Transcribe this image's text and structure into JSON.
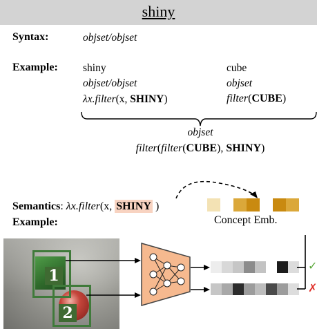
{
  "title": "shiny",
  "syntax": {
    "label": "Syntax:",
    "value": "objset/objset"
  },
  "example": {
    "label": "Example:",
    "left": {
      "word": "shiny",
      "type": "objset/objset",
      "lambda": "λx.",
      "fn": "filter",
      "args_pre": "(x, ",
      "arg": "SHINY",
      "args_post": ")"
    },
    "right": {
      "word": "cube",
      "type": "objset",
      "fn": "filter",
      "open": "(",
      "arg": "CUBE",
      "close": ")"
    },
    "combined_type": "objset",
    "combined": {
      "fn1": "filter",
      "p1": "(",
      "fn2": "filter",
      "p2": "(",
      "arg1": "CUBE",
      "p3": "), ",
      "arg2": "SHINY",
      "p4": ")"
    }
  },
  "semantics": {
    "label": "Semantics",
    "colon": ": ",
    "lambda": "λx.",
    "fn": "filter",
    "args_pre": "(x, ",
    "arg": "SHINY",
    "close": " )",
    "concept_label": "Concept Emb.",
    "example_label": "Example:"
  },
  "objects": [
    {
      "id": "1"
    },
    {
      "id": "2"
    }
  ],
  "results": [
    {
      "mark": "✓",
      "color": "#5aa83a"
    },
    {
      "mark": "✗",
      "color": "#e0302a"
    }
  ],
  "colors": {
    "concept_cells": [
      "#f3e2b4",
      "#ffffff",
      "#dba83a",
      "#c98a10",
      "#ffffff",
      "#c98a10",
      "#dba83a"
    ],
    "embed_row_1": [
      "#ededed",
      "#d8d8d8",
      "#c6c6c6",
      "#8c8c8c",
      "#c3c3c3",
      "#ffffff",
      "#1c1c1c",
      "#dcdcdc"
    ],
    "embed_row_2": [
      "#c6c6c6",
      "#a8a8a8",
      "#2c2c2c",
      "#9c9c9c",
      "#bdbdbd",
      "#4a4a4a",
      "#9c9c9c",
      "#dddddd"
    ],
    "network_fill": "#f6b98f",
    "network_stroke": "#444444",
    "arg_highlight": "#f8d3c1"
  }
}
